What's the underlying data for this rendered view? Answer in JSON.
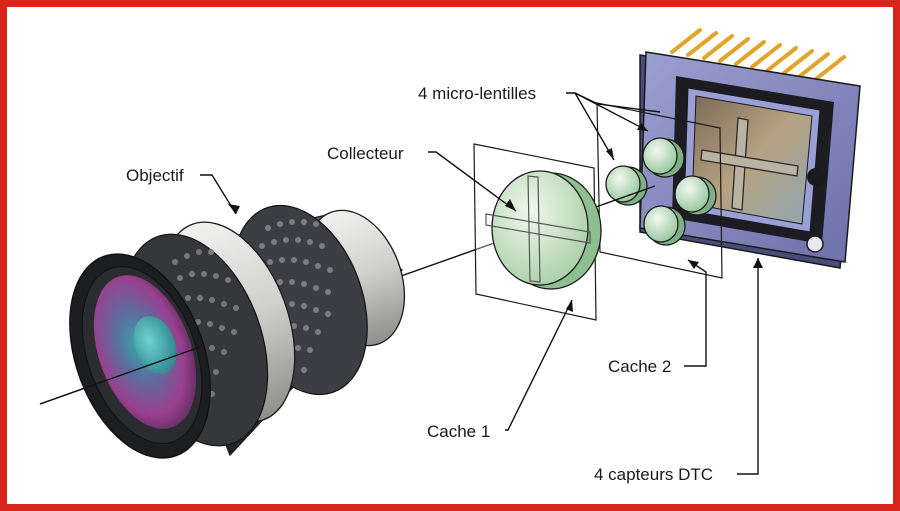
{
  "diagram": {
    "labels": {
      "objectif": "Objectif",
      "collecteur": "Collecteur",
      "micro_lentilles": "4 micro-lentilles",
      "cache1": "Cache 1",
      "cache2": "Cache 2",
      "capteurs": "4 capteurs DTC"
    },
    "colors": {
      "frame": "#d8261c",
      "lens_barrel": "#55575c",
      "lens_glass": "#8a3d8f",
      "collector_glass": "#cfe3c8",
      "sensor_body": "#8a8cc0",
      "sensor_window": "#c8b48a",
      "pins": "#e0a52a"
    }
  }
}
